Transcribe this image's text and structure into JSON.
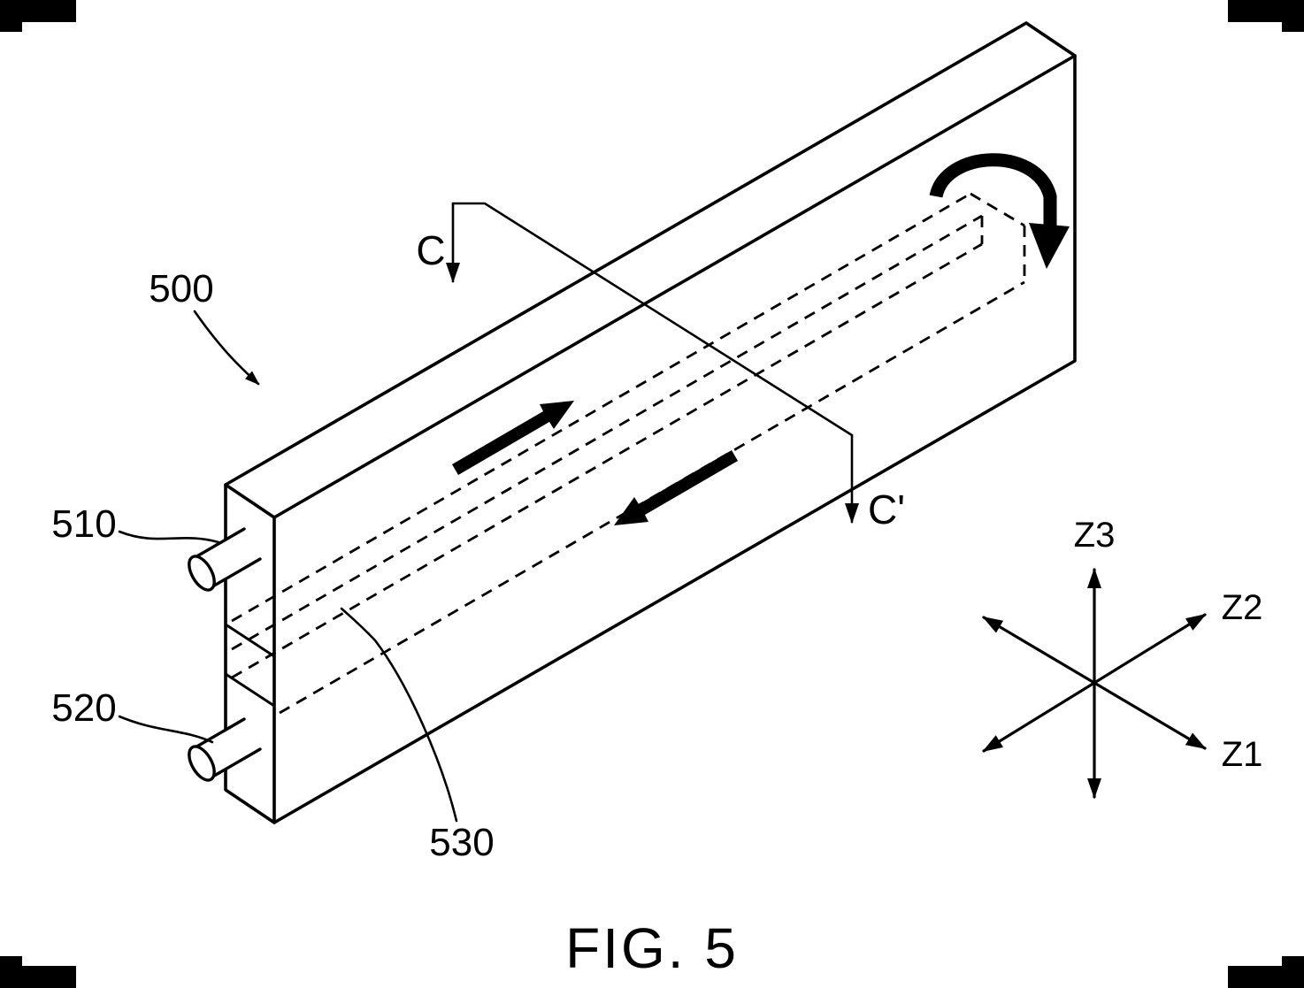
{
  "figure": {
    "caption": "FIG. 5",
    "reference_labels": {
      "assembly": "500",
      "upper_port": "510",
      "lower_port": "520",
      "channel": "530"
    },
    "section_line": {
      "start": "C",
      "end": "C'"
    },
    "axes": {
      "z1": "Z1",
      "z2": "Z2",
      "z3": "Z3"
    },
    "colors": {
      "ink": "#000000",
      "paper": "#ffffff"
    }
  }
}
